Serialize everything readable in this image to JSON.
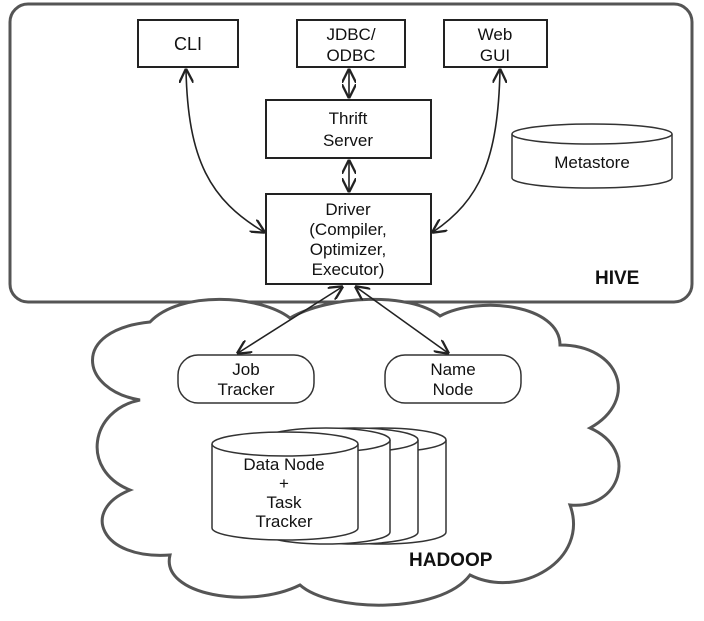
{
  "hive": {
    "label": "HIVE",
    "cli": "CLI",
    "jdbc": [
      "JDBC/",
      "ODBC"
    ],
    "webgui": [
      "Web",
      "GUI"
    ],
    "thrift": [
      "Thrift",
      "Server"
    ],
    "metastore": "Metastore",
    "driver": [
      "Driver",
      "(Compiler,",
      "Optimizer,",
      "Executor)"
    ]
  },
  "hadoop": {
    "label": "HADOOP",
    "job_tracker": [
      "Job",
      "Tracker"
    ],
    "name_node": [
      "Name",
      "Node"
    ],
    "data_node": [
      "Data Node",
      "+",
      "Task",
      "Tracker"
    ]
  },
  "colors": {
    "stroke": "#222222",
    "background": "#ffffff"
  }
}
